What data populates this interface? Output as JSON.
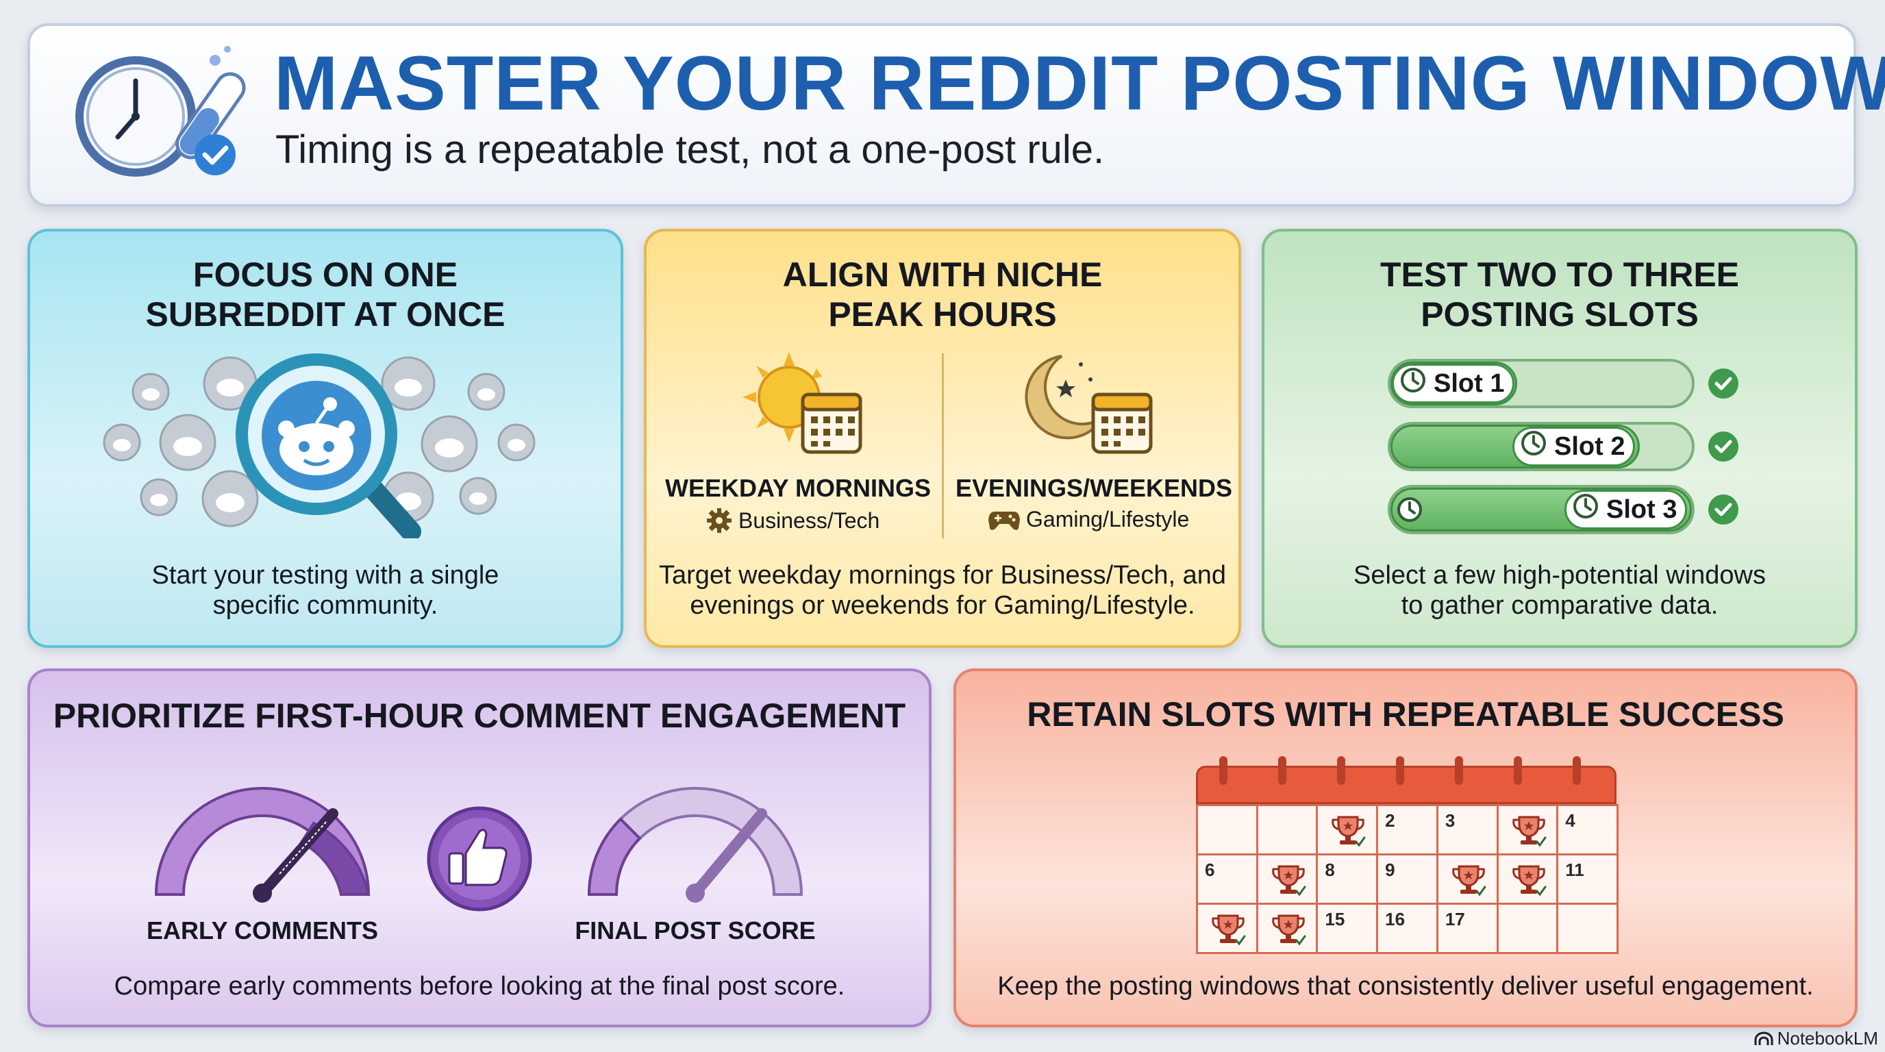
{
  "header": {
    "title": "MASTER YOUR REDDIT POSTING WINDOW",
    "subtitle": "Timing is a repeatable test, not a one-post rule."
  },
  "cards": {
    "focus": {
      "title_line1": "FOCUS ON ONE",
      "title_line2": "SUBREDDIT AT ONCE",
      "desc_line1": "Start your testing with a single",
      "desc_line2": "specific community."
    },
    "niche": {
      "title_line1": "ALIGN WITH NICHE",
      "title_line2": "PEAK HOURS",
      "left_label": "WEEKDAY MORNINGS",
      "left_sub": "Business/Tech",
      "right_label": "EVENINGS/WEEKENDS",
      "right_sub": "Gaming/Lifestyle",
      "desc_line1": "Target weekday mornings for Business/Tech, and",
      "desc_line2": "evenings or weekends for Gaming/Lifestyle."
    },
    "slots": {
      "title_line1": "TEST TWO TO THREE",
      "title_line2": "POSTING SLOTS",
      "items": [
        {
          "label": "Slot 1",
          "fill": 0.43
        },
        {
          "label": "Slot 2",
          "fill": 0.83
        },
        {
          "label": "Slot 3",
          "fill": 1.0
        }
      ],
      "desc_line1": "Select a few high-potential windows",
      "desc_line2": "to gather comparative data."
    },
    "engagement": {
      "title": "PRIORITIZE FIRST-HOUR COMMENT ENGAGEMENT",
      "gauge_left_label": "EARLY COMMENTS",
      "gauge_right_label": "FINAL POST SCORE",
      "desc": "Compare early comments before looking at the final post score."
    },
    "retain": {
      "title": "RETAIN SLOTS WITH REPEATABLE SUCCESS",
      "calendar_rows": [
        [
          "",
          "",
          "trophy",
          "2",
          "3",
          "trophy",
          "4"
        ],
        [
          "6",
          "trophy",
          "8",
          "9",
          "trophy",
          "trophy",
          "11"
        ],
        [
          "trophy",
          "trophy",
          "15",
          "16",
          "17",
          "",
          ""
        ]
      ],
      "desc": "Keep the posting windows that consistently deliver useful engagement."
    }
  },
  "brand": "NotebookLM",
  "colors": {
    "title_blue": "#1d5fae",
    "cyan_card": "#a8e5f1",
    "yellow_card": "#ffe08a",
    "green_card": "#bfe3c0",
    "purple_card": "#d7c1ec",
    "coral_card": "#f8b39f"
  }
}
